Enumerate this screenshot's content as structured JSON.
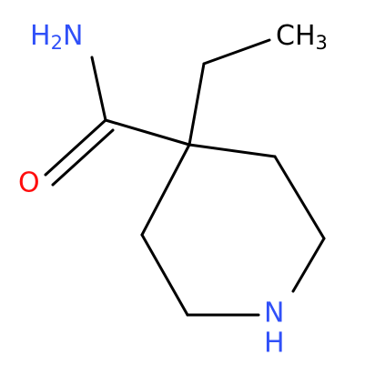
{
  "molecule": {
    "colors": {
      "bond": "#000000",
      "carbon": "#000000",
      "nitrogen": "#3050f8",
      "oxygen": "#ff0d0d"
    },
    "labels": {
      "amide_nitrogen": {
        "main": "H",
        "sub": "2",
        "tail": "N"
      },
      "carbonyl_oxygen": {
        "main": "O"
      },
      "methyl": {
        "main": "CH",
        "sub": "3"
      },
      "ring_nitrogen": {
        "main": "N",
        "hydrogen": "H"
      }
    }
  }
}
